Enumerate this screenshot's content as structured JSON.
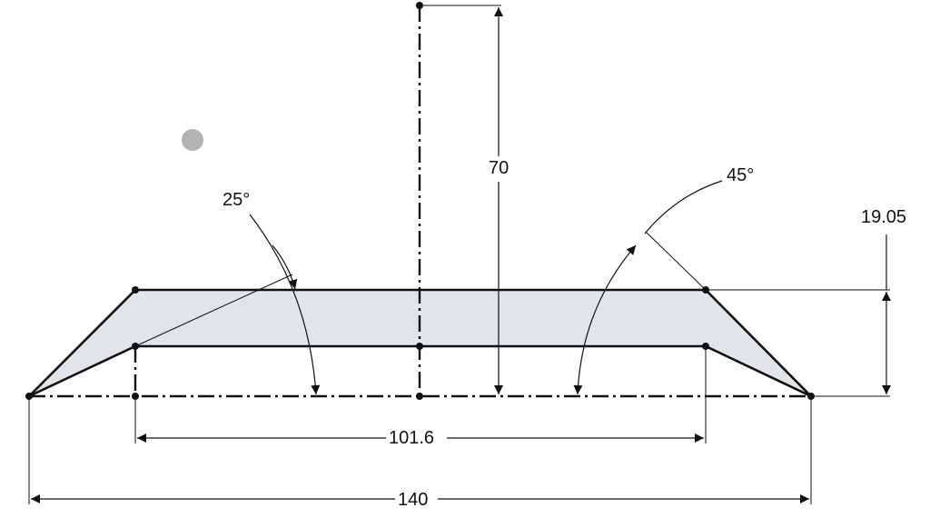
{
  "drawing": {
    "type": "sketch-cross-section",
    "fill_color": "#e1e4e8",
    "line_color": "#111111",
    "cursor_dot_color": "#b3b3b3"
  },
  "dimensions": {
    "height_70": "70",
    "angle_45": "45°",
    "angle_25": "25°",
    "thickness": "19.05",
    "inner_width": "101.6",
    "outer_width": "140"
  },
  "chart_data": {
    "type": "diagram",
    "title": "",
    "shape": "trapezoidal cross-section with chamfered ends",
    "annotations": [
      {
        "label": "70",
        "kind": "linear-vertical"
      },
      {
        "label": "45°",
        "kind": "angular",
        "side": "right"
      },
      {
        "label": "25°",
        "kind": "angular",
        "side": "left"
      },
      {
        "label": "19.05",
        "kind": "linear-vertical"
      },
      {
        "label": "101.6",
        "kind": "linear-horizontal"
      },
      {
        "label": "140",
        "kind": "linear-horizontal"
      }
    ]
  }
}
